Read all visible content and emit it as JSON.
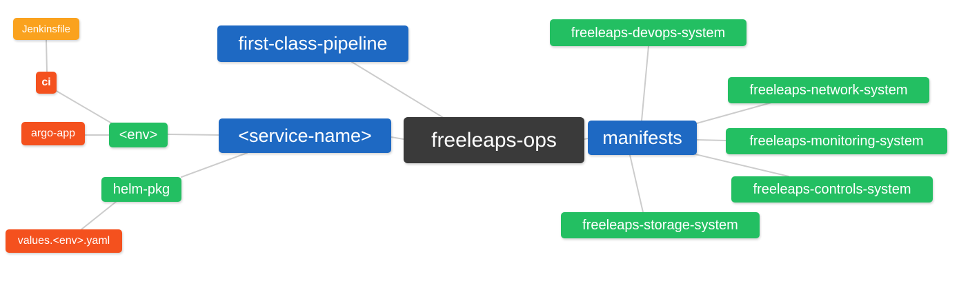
{
  "diagram": {
    "type": "mindmap",
    "background_color": "#ffffff",
    "edge_color": "#cccccc",
    "text_color": "#ffffff",
    "colors": {
      "root": "#3a3a3a",
      "branch_blue": "#1e69c3",
      "sub_green": "#23bf62",
      "leaf_red": "#f4511e",
      "leaf_orange": "#faa21e"
    },
    "nodes": {
      "freeleaps_ops": {
        "label": "freeleaps-ops",
        "level": "root"
      },
      "first_class_pipeline": {
        "label": "first-class-pipeline",
        "level": "branch"
      },
      "service_name": {
        "label": "<service-name>",
        "level": "branch"
      },
      "manifests": {
        "label": "manifests",
        "level": "branch"
      },
      "env": {
        "label": "<env>",
        "level": "sub"
      },
      "helm_pkg": {
        "label": "helm-pkg",
        "level": "sub"
      },
      "ci": {
        "label": "ci",
        "level": "leaf"
      },
      "argo_app": {
        "label": "argo-app",
        "level": "leaf"
      },
      "jenkinsfile": {
        "label": "Jenkinsfile",
        "level": "leaf"
      },
      "values_env_yaml": {
        "label": "values.<env>.yaml",
        "level": "leaf"
      },
      "devops_system": {
        "label": "freeleaps-devops-system",
        "level": "sub"
      },
      "network_system": {
        "label": "freeleaps-network-system",
        "level": "sub"
      },
      "monitoring_system": {
        "label": "freeleaps-monitoring-system",
        "level": "sub"
      },
      "controls_system": {
        "label": "freeleaps-controls-system",
        "level": "sub"
      },
      "storage_system": {
        "label": "freeleaps-storage-system",
        "level": "sub"
      }
    },
    "edges": [
      {
        "from": "freeleaps_ops",
        "to": "first_class_pipeline"
      },
      {
        "from": "freeleaps_ops",
        "to": "service_name"
      },
      {
        "from": "freeleaps_ops",
        "to": "manifests"
      },
      {
        "from": "service_name",
        "to": "env"
      },
      {
        "from": "service_name",
        "to": "helm_pkg"
      },
      {
        "from": "env",
        "to": "ci"
      },
      {
        "from": "env",
        "to": "argo_app"
      },
      {
        "from": "ci",
        "to": "jenkinsfile"
      },
      {
        "from": "helm_pkg",
        "to": "values_env_yaml"
      },
      {
        "from": "manifests",
        "to": "devops_system"
      },
      {
        "from": "manifests",
        "to": "network_system"
      },
      {
        "from": "manifests",
        "to": "monitoring_system"
      },
      {
        "from": "manifests",
        "to": "controls_system"
      },
      {
        "from": "manifests",
        "to": "storage_system"
      }
    ]
  }
}
